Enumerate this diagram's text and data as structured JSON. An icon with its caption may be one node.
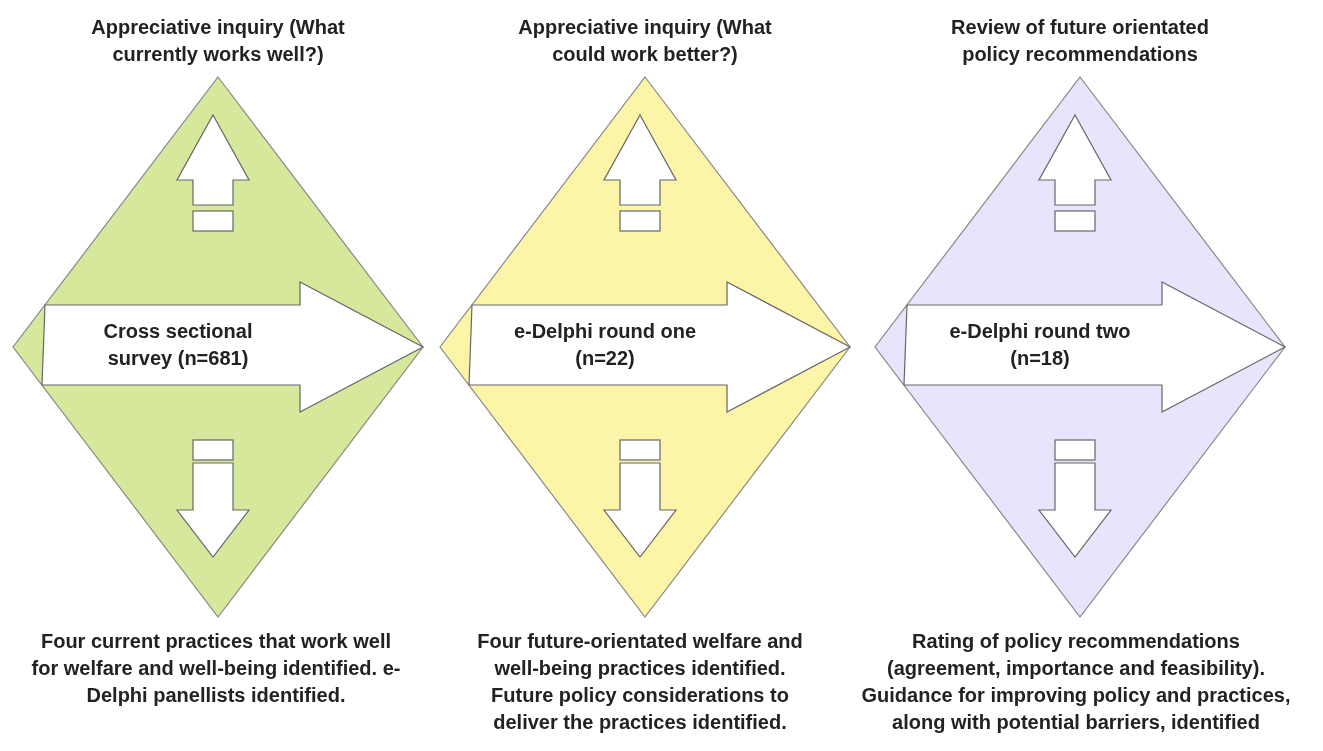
{
  "diagram": {
    "nodes": [
      {
        "text": [
          "Appreciative inquiry (What currently works well?)",
          "Cross sectional survey (n=681)"
        ],
        "beside": [
          "Four current practices that work well for welfare and well-being identified. e-Delphi panellists identified."
        ]
      },
      {
        "text": [
          "Appreciative inquiry (What could work better?)",
          "e-Delphi round one (n=22)"
        ],
        "beside": [
          "Four future-orientated welfare and well-being practices identified. Future policy considerations to deliver the practices identified."
        ]
      },
      {
        "text": [
          "Review of future orientated policy recommendations",
          "e-Delphi round two (n=18)"
        ],
        "beside": [
          "Rating of policy recommendations (agreement, importance and feasibility). Guidance for improving policy and practices, along with potential barriers, identified"
        ]
      }
    ],
    "edges": []
  }
}
